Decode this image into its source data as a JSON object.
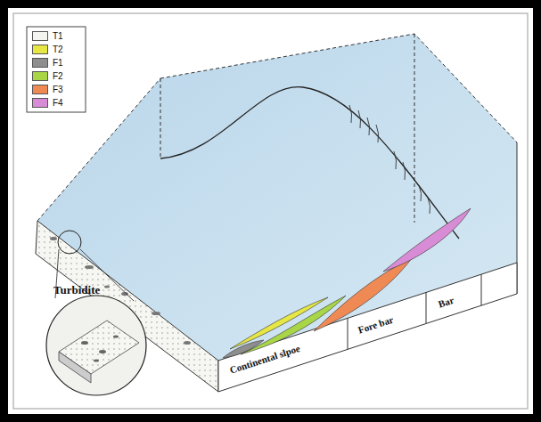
{
  "diagram": {
    "labels": [
      "Turbidite",
      "Continental slpoe",
      "Fore bar",
      "Bar"
    ],
    "legend": [
      {
        "text": "T1",
        "color": "#f4f4f0"
      },
      {
        "text": "T2",
        "color": "#e6e645"
      },
      {
        "text": "F1",
        "color": "#8e8e8e"
      },
      {
        "text": "F2",
        "color": "#a9d646"
      },
      {
        "text": "F3",
        "color": "#f08a55"
      },
      {
        "text": "F4",
        "color": "#d98cd6"
      }
    ]
  }
}
